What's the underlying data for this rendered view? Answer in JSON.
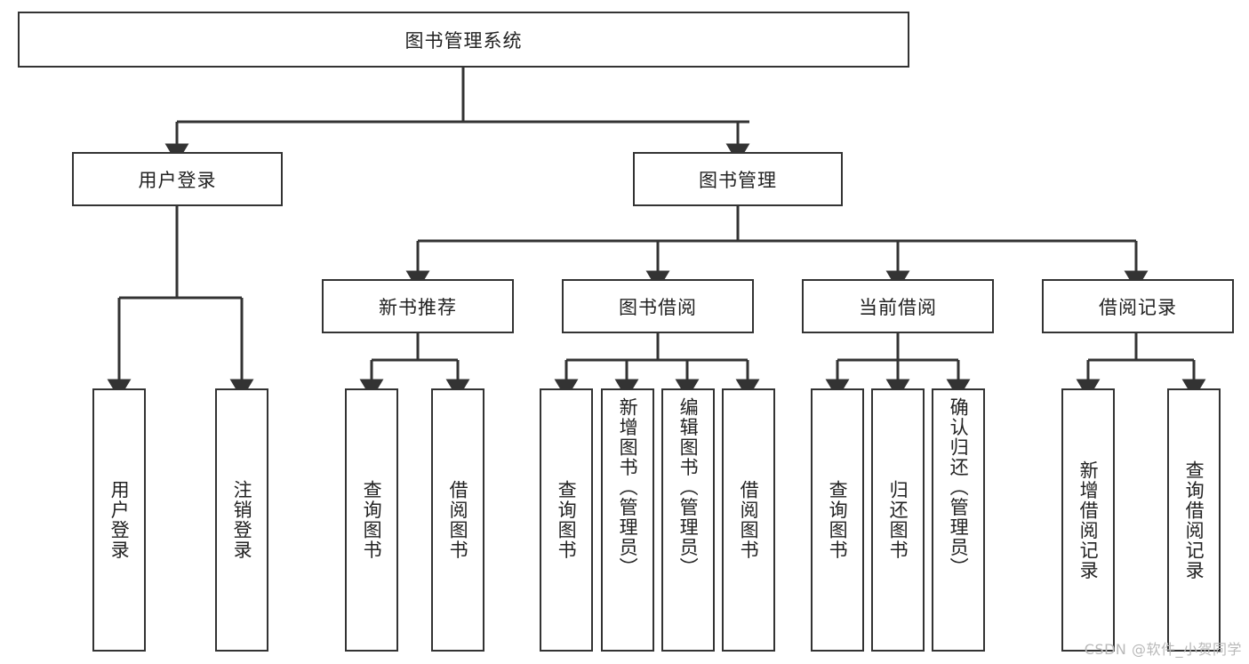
{
  "diagram": {
    "title": "图书管理系统",
    "type": "hierarchy-tree",
    "stroke_color": "#333333",
    "background_color": "#ffffff",
    "text_color": "#222222",
    "root": {
      "label": "图书管理系统"
    },
    "level2": [
      {
        "label": "用户登录"
      },
      {
        "label": "图书管理"
      }
    ],
    "level3": [
      {
        "label": "新书推荐"
      },
      {
        "label": "图书借阅"
      },
      {
        "label": "当前借阅"
      },
      {
        "label": "借阅记录"
      }
    ],
    "leaves": {
      "user_login": [
        {
          "label": "用户登录"
        },
        {
          "label": "注销登录"
        }
      ],
      "new_book_recommend": [
        {
          "label": "查询图书"
        },
        {
          "label": "借阅图书"
        }
      ],
      "book_borrow": [
        {
          "label": "查询图书"
        },
        {
          "label": "新增图书（管理员）"
        },
        {
          "label": "编辑图书（管理员）"
        },
        {
          "label": "借阅图书"
        }
      ],
      "current_borrow": [
        {
          "label": "查询图书"
        },
        {
          "label": "归还图书"
        },
        {
          "label": "确认归还（管理员）"
        }
      ],
      "borrow_record": [
        {
          "label": "新增借阅记录"
        },
        {
          "label": "查询借阅记录"
        }
      ]
    }
  },
  "watermark": {
    "text": "CSDN @软件_小贺同学"
  }
}
